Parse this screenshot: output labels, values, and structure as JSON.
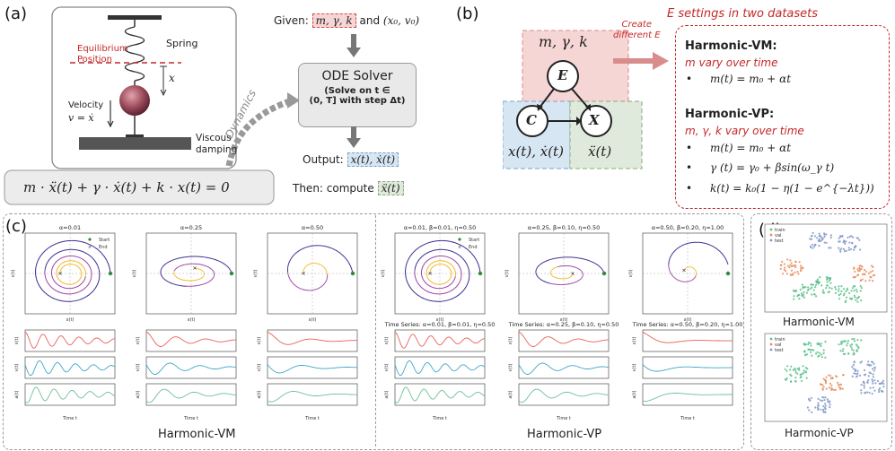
{
  "panel_a": {
    "letter": "(a)",
    "spring_label": "Spring",
    "equilibrium_label_1": "Equilibrium",
    "equilibrium_label_2": "Position",
    "x_label": "x",
    "velocity_label": "Velocity",
    "velocity_eq": "v = ẋ",
    "viscous_label_1": "Viscous",
    "viscous_label_2": "damping",
    "dynamics_label": "Dynamics",
    "equation": "m · ẍ(t) + γ · ẋ(t) + k · x(t) = 0",
    "given_prefix": "Given:",
    "given_params": "m, γ, k",
    "given_and": "and",
    "given_init": "(x₀, v₀)",
    "solver_title": "ODE Solver",
    "solver_line1": "(Solve on t ∈",
    "solver_line2": "(0, T] with step Δt)",
    "output_prefix": "Output:",
    "output_value": "x(t), ẋ(t)",
    "then_prefix": "Then: compute",
    "then_value": "ẍ(t)"
  },
  "panel_b": {
    "letter": "(b)",
    "params_label": "m, γ, k",
    "node_e": "E",
    "node_c": "C",
    "node_x": "X",
    "c_caption": "x(t), ẋ(t)",
    "x_caption": "ẍ(t)",
    "arrow_label_1": "Create",
    "arrow_label_2": "different E",
    "settings_title": "E settings in two datasets",
    "vm_heading": "Harmonic-VM:",
    "vm_desc": "m vary over time",
    "vm_eq": "m(t) = m₀ + αt",
    "vp_heading": "Harmonic-VP:",
    "vp_desc": "m, γ, k vary over time",
    "vp_eq1": "m(t) = m₀ + αt",
    "vp_eq2": "γ (t) = γ₀ + βsin(ω_γ t)",
    "vp_eq3": "k(t) = k₀(1 − η(1 − e^{−λt}))",
    "bullet": "•"
  },
  "panel_c": {
    "letter": "(c)",
    "vm_caption": "Harmonic-VM",
    "vp_caption": "Harmonic-VP",
    "vm_titles": [
      "α=0.01",
      "α=0.25",
      "α=0.50"
    ],
    "vp_titles": [
      "α=0.01, β=0.01, η=0.50",
      "α=0.25, β=0.10, η=0.50",
      "α=0.50, β=0.20, η=1.00"
    ],
    "vp_series_titles": [
      "Time Series: α=0.01, β=0.01, η=0.50",
      "Time Series: α=0.25, β=0.10, η=0.50",
      "Time Series: α=0.50, β=0.20, η=1.00"
    ],
    "legend_start": "Start",
    "legend_end": "End",
    "phase_xlabel": "x(t)",
    "phase_ylabel": "v(t)",
    "time_xlabel": "Time t",
    "ts_ylabels": [
      "x(t)",
      "v(t)",
      "a(t)"
    ]
  },
  "panel_d": {
    "letter": "(d)",
    "vm_caption": "Harmonic-VM",
    "vp_caption": "Harmonic-VP",
    "legend": [
      "train",
      "val",
      "test"
    ]
  },
  "colors": {
    "red_accent": "#c62828",
    "highlight_red": "#f6d5d5",
    "highlight_blue": "#d7e6f3",
    "highlight_green": "#dfeadc",
    "x_series": "#e8605a",
    "v_series": "#3fa7c9",
    "a_series": "#6fbf98",
    "tsne_train": "#5bbf8c",
    "tsne_val": "#e98b5a",
    "tsne_test": "#7f97c8"
  },
  "chart_data": [
    {
      "type": "line",
      "title": "α=0.01",
      "xlabel": "x(t)",
      "ylabel": "v(t)",
      "xlim": [
        -0.15,
        0.2
      ],
      "ylim": [
        -0.15,
        0.15
      ]
    },
    {
      "type": "line",
      "title": "α=0.25",
      "xlabel": "x(t)",
      "ylabel": "v(t)",
      "xlim": [
        -1.0,
        1.0
      ],
      "ylim": [
        -0.75,
        0.75
      ]
    },
    {
      "type": "line",
      "title": "α=0.50",
      "xlabel": "x(t)",
      "ylabel": "v(t)",
      "xlim": [
        -2,
        2
      ],
      "ylim": [
        -2,
        2
      ]
    },
    {
      "type": "line",
      "title": "α=0.01, β=0.01, η=0.50",
      "xlabel": "x(t)",
      "ylabel": "v(t)",
      "xlim": [
        -1,
        1
      ],
      "ylim": [
        -1,
        1
      ]
    },
    {
      "type": "line",
      "title": "α=0.25, β=0.10, η=0.50",
      "xlabel": "x(t)",
      "ylabel": "v(t)",
      "xlim": [
        -0.5,
        1.0
      ],
      "ylim": [
        -0.6,
        0.6
      ]
    },
    {
      "type": "line",
      "title": "α=0.50, β=0.20, η=1.00",
      "xlabel": "x(t)",
      "ylabel": "v(t)",
      "xlim": [
        -1,
        1
      ],
      "ylim": [
        -0.2,
        0.7
      ]
    }
  ]
}
